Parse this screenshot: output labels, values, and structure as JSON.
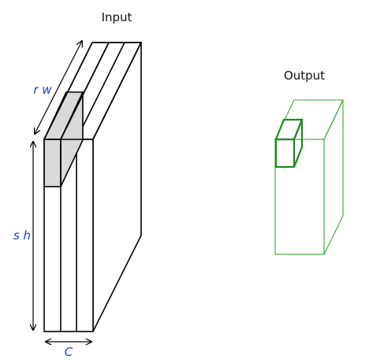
{
  "input": {
    "title": "Input",
    "depth_label": "r w",
    "height_label": "s h",
    "channel_label": "C",
    "channel_count": 3
  },
  "output": {
    "title": "Output"
  },
  "colors": {
    "input_stroke": "#000000",
    "shaded_receptive_field": "#d9d9d9",
    "dimension_labels": "#1f3fbf",
    "output_stroke": "#3aa33a",
    "output_highlight": "#1f8a1f"
  }
}
